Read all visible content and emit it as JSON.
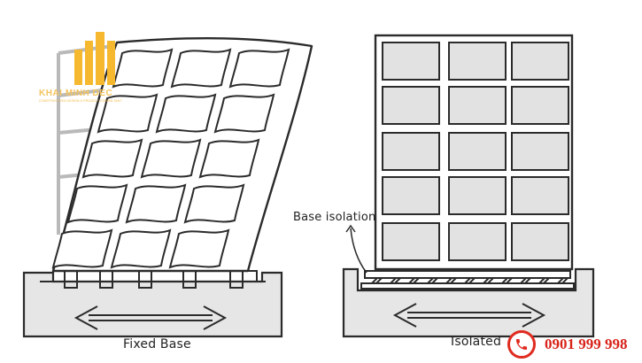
{
  "labels": {
    "fixed_base": "Fixed Base",
    "isolated": "Isolated",
    "base_isolation": "Base isolation"
  },
  "logo": {
    "name": "KHAI MINH DEC",
    "tagline": "CONSTRUCTION DESIGN & PROJECT CONSULTANT"
  },
  "contact": {
    "phone": "0901 999 998",
    "icon": "phone-icon"
  },
  "colors": {
    "stroke": "#2b2b2b",
    "ground_fill": "#e6e6e6",
    "window_fill": "#e2e2e2",
    "logo_gold": "#f5b82e",
    "phone_red": "#e02b20",
    "ghost_frame": "#b9b9b9"
  }
}
